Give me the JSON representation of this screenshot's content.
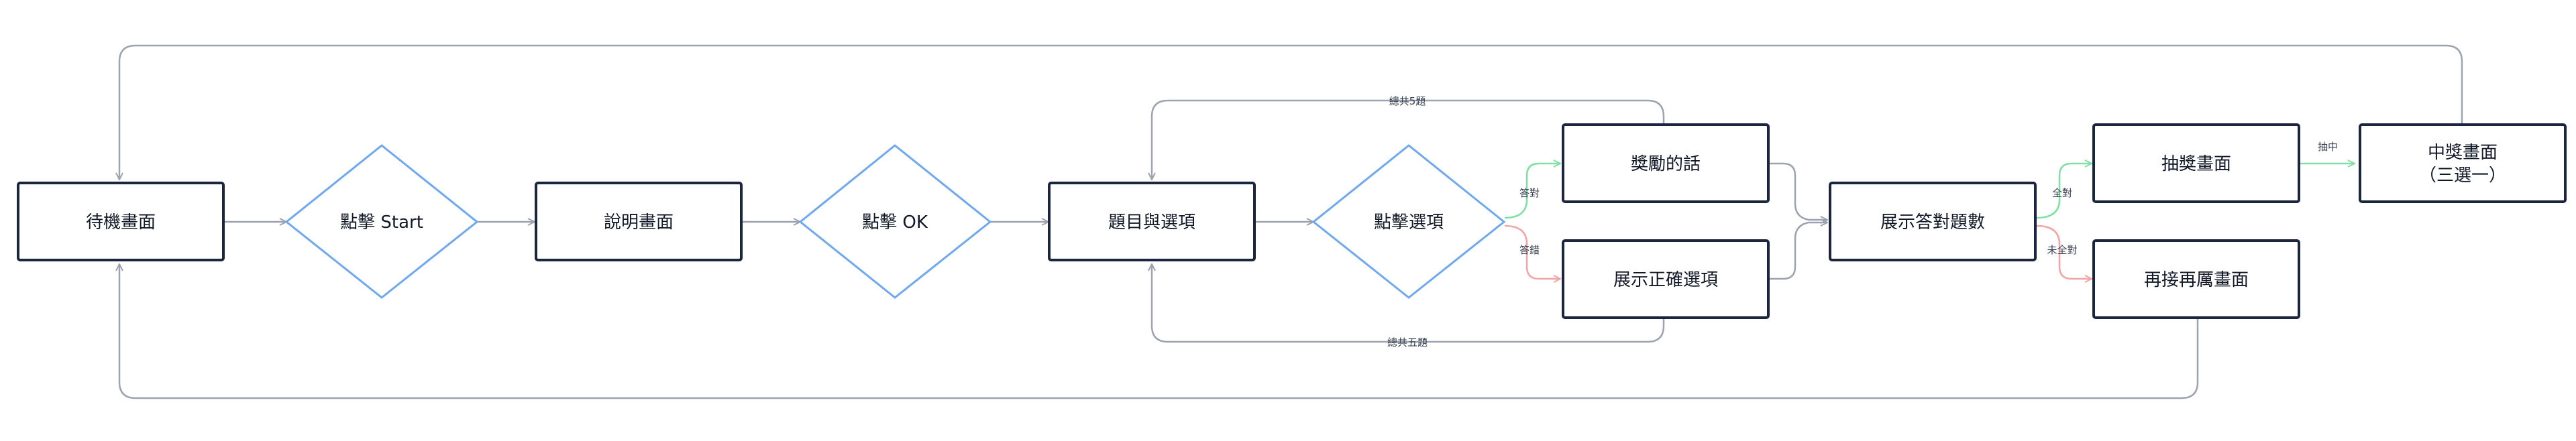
{
  "nodes": {
    "idle": "待機畫面",
    "click_start": "點擊 Start",
    "instructions": "說明畫面",
    "click_ok": "點擊 OK",
    "question": "題目與選項",
    "click_option": "點擊選項",
    "encourage": "獎勵的話",
    "show_correct": "展示正確選項",
    "show_score": "展示答對題數",
    "lottery": "抽獎畫面",
    "prize_line1": "中獎畫面",
    "prize_line2": "（三選一）",
    "retry": "再接再厲畫面"
  },
  "edges": {
    "loop_top": "總共5題",
    "loop_bottom": "總共五題",
    "correct": "答對",
    "wrong": "答錯",
    "all_correct": "全對",
    "not_all_correct": "未全對",
    "win": "抽中"
  },
  "colors": {
    "box_stroke": "#1b2540",
    "diamond_stroke": "#6ea8f0",
    "connector": "#9ca3af",
    "correct_connector": "#7ee0a4",
    "wrong_connector": "#f3a4a4"
  }
}
